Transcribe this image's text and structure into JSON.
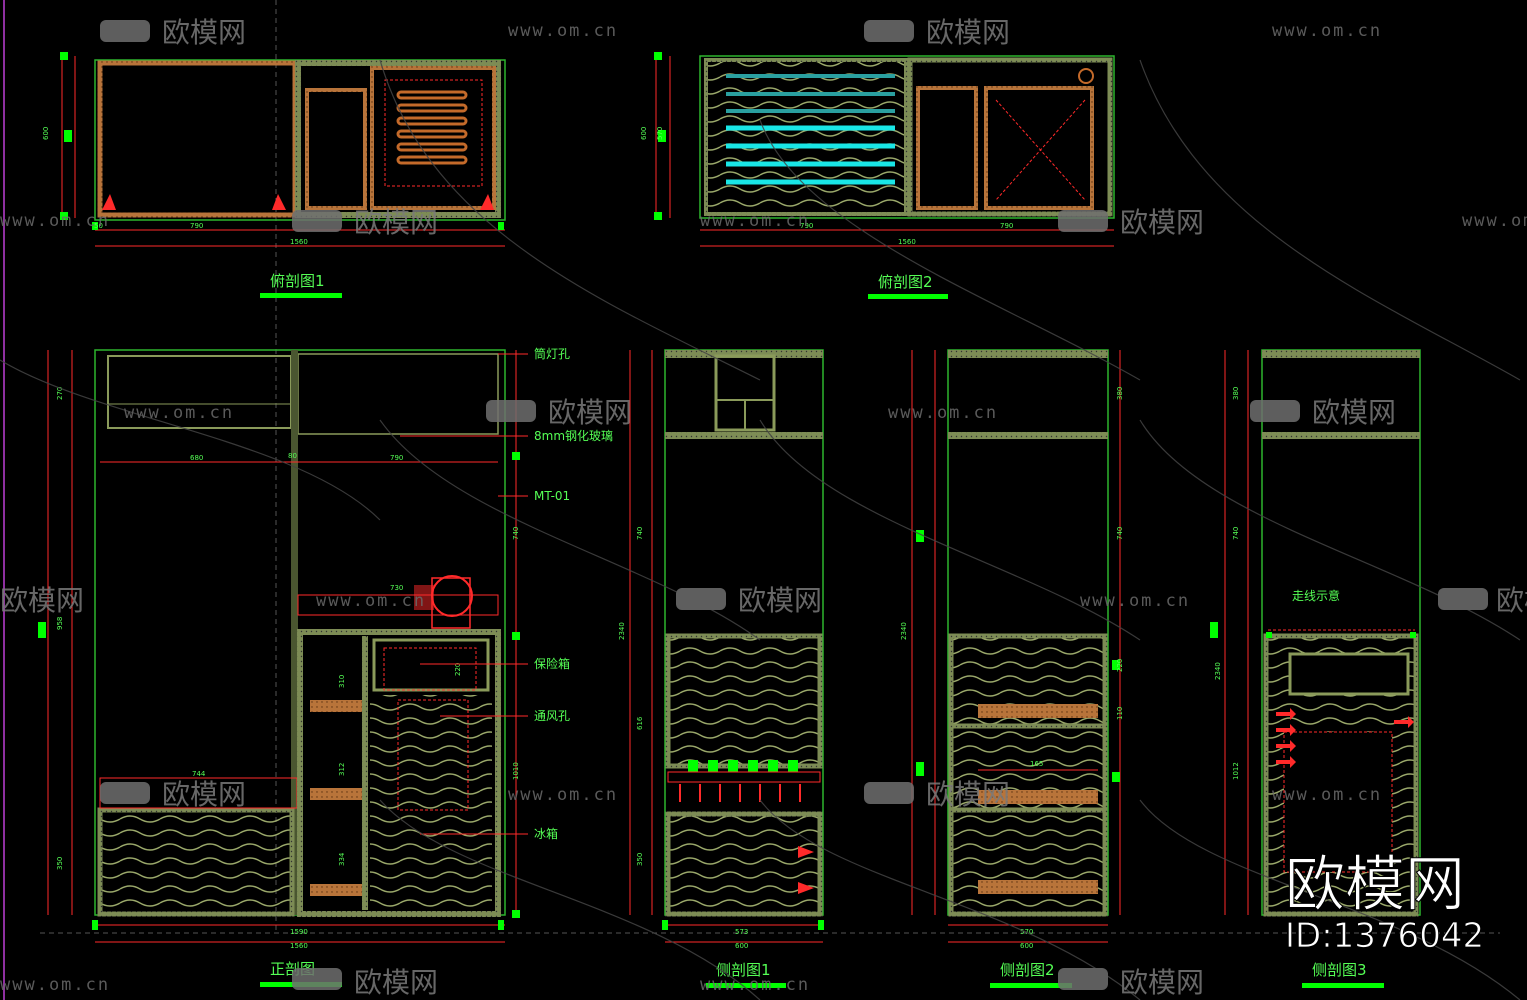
{
  "views": {
    "top1": {
      "title": "俯剖图1",
      "dims": {
        "w1": "790",
        "w2": "1560",
        "h": "600",
        "edge": "50"
      }
    },
    "top2": {
      "title": "俯剖图2",
      "dims": {
        "w1": "790",
        "w2": "790",
        "w3": "1560",
        "h1": "600",
        "h2": "570"
      }
    },
    "front": {
      "title": "正剖图",
      "notes": [
        "筒灯孔",
        "8mm钢化玻璃",
        "MT-01",
        "保险箱",
        "通风孔",
        "冰箱"
      ],
      "dims": {
        "d680": "680",
        "d790": "790",
        "d270": "270",
        "d740": "740",
        "d958": "958",
        "d1010": "1010",
        "d350": "350",
        "d310": "310",
        "d312": "312",
        "d334": "334",
        "d220": "220",
        "d744": "744",
        "d1560": "1560",
        "d1590": "1590",
        "d730": "730",
        "d80": "80",
        "d350b": "350"
      }
    },
    "side1": {
      "title": "侧剖图1",
      "dims": {
        "d740": "740",
        "d2340": "2340",
        "d616": "616",
        "d350": "350",
        "d573": "573",
        "d600": "600"
      }
    },
    "side2": {
      "title": "侧剖图2",
      "dims": {
        "d380": "380",
        "d740": "740",
        "d2340": "2340",
        "d220": "220",
        "d110": "110",
        "d165": "165",
        "d570": "570",
        "d600": "600"
      }
    },
    "side3": {
      "title": "侧剖图3",
      "notes": [
        "走线示意"
      ],
      "dims": {
        "d380": "380",
        "d740": "740",
        "d1012": "1012",
        "d2340": "2340"
      }
    }
  },
  "watermark": {
    "brand": "欧模网",
    "url": "www.om.cn",
    "id": "ID:1376042"
  },
  "colors": {
    "background": "#000000",
    "cad_green": "#2db52d",
    "bright_green": "#00ff00",
    "red": "#ff2a2a",
    "cabinet": "#9aa86a",
    "wood": "#c46a2a",
    "cyan": "#19e6e6",
    "watermark": "#7a7a7a"
  }
}
